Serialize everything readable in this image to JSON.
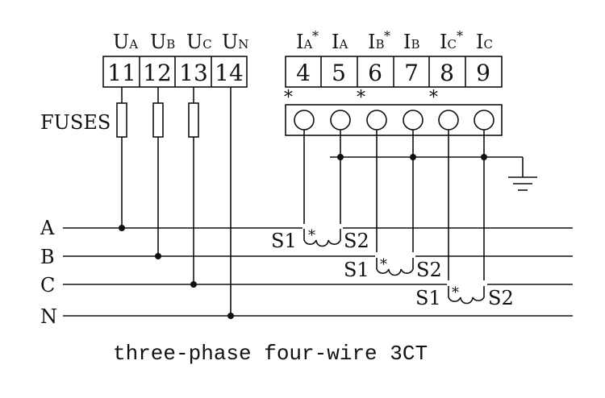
{
  "voltage_terminals": [
    {
      "main": "U",
      "sub": "A",
      "num": "11"
    },
    {
      "main": "U",
      "sub": "B",
      "num": "12"
    },
    {
      "main": "U",
      "sub": "C",
      "num": "13"
    },
    {
      "main": "U",
      "sub": "N",
      "num": "14"
    }
  ],
  "current_terminals": [
    {
      "main": "I",
      "sub": "A",
      "star": "*",
      "num": "4"
    },
    {
      "main": "I",
      "sub": "A",
      "star": "",
      "num": "5"
    },
    {
      "main": "I",
      "sub": "B",
      "star": "*",
      "num": "6"
    },
    {
      "main": "I",
      "sub": "B",
      "star": "",
      "num": "7"
    },
    {
      "main": "I",
      "sub": "C",
      "star": "*",
      "num": "8"
    },
    {
      "main": "I",
      "sub": "C",
      "star": "",
      "num": "9"
    }
  ],
  "fuses_label": "FUSES",
  "polarity_mark": "*",
  "lines": [
    "A",
    "B",
    "C",
    "N"
  ],
  "ct": {
    "s1": "S1",
    "s2": "S2",
    "star": "*"
  },
  "caption": "three-phase four-wire 3CT"
}
